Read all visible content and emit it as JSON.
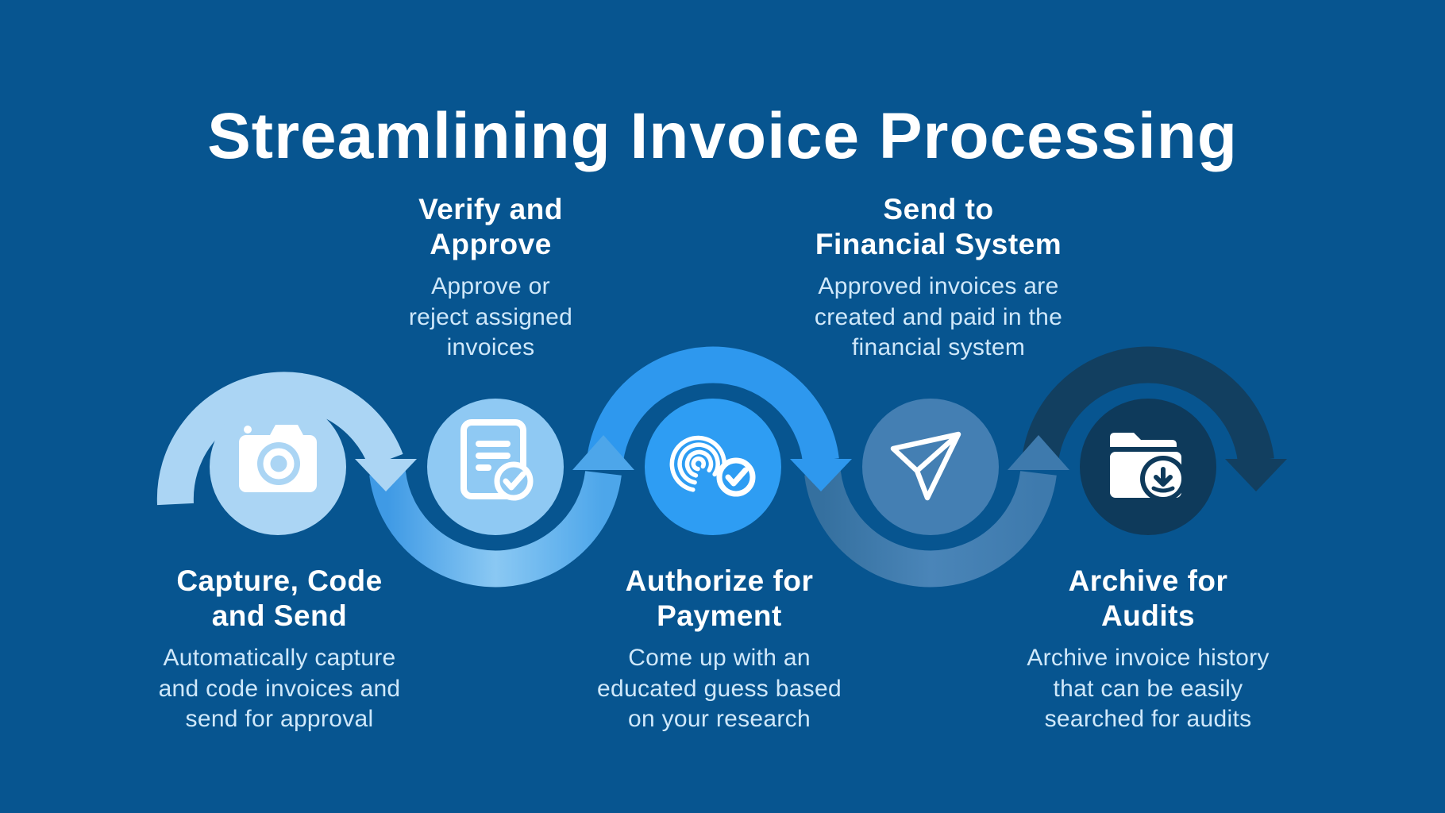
{
  "title": "Streamlining Invoice Processing",
  "colors": {
    "background": "#075590",
    "heading_text": "#ffffff",
    "body_text": "#cfe8fa",
    "step1_circle": "#abd5f4",
    "step2_circle": "#8fc9f3",
    "step3_circle": "#2e9df3",
    "step4_circle": "#447fb3",
    "step5_circle": "#0e3a5b",
    "arc1": "#abd5f4",
    "arc2_gradient": [
      "#3f9ae5",
      "#8ac8f3",
      "#4da6ea"
    ],
    "arc3": "#2e98ee",
    "arc4_gradient": [
      "#35709f",
      "#4a85b8",
      "#3e7aad"
    ],
    "arc5": "#123f60",
    "icon": "#ffffff"
  },
  "steps": [
    {
      "id": 1,
      "icon": "camera-icon",
      "title": "Capture, Code\nand Send",
      "description": "Automatically capture\nand code invoices and\nsend for approval",
      "label_position": "below",
      "connector": {
        "shape": "arc-over",
        "arrow": "down"
      }
    },
    {
      "id": 2,
      "icon": "document-check-icon",
      "title": "Verify and\nApprove",
      "description": "Approve or\nreject assigned\ninvoices",
      "label_position": "above",
      "connector": {
        "shape": "arc-under",
        "arrow": "up"
      }
    },
    {
      "id": 3,
      "icon": "fingerprint-check-icon",
      "title": "Authorize for\nPayment",
      "description": "Come up with an\neducated guess based\non your research",
      "label_position": "below",
      "connector": {
        "shape": "arc-over",
        "arrow": "down"
      }
    },
    {
      "id": 4,
      "icon": "paper-plane-icon",
      "title": "Send to\nFinancial System",
      "description": "Approved invoices are\ncreated and paid in the\nfinancial system",
      "label_position": "above",
      "connector": {
        "shape": "arc-under",
        "arrow": "up"
      }
    },
    {
      "id": 5,
      "icon": "folder-download-icon",
      "title": "Archive for\nAudits",
      "description": "Archive invoice history\nthat can be easily\nsearched for audits",
      "label_position": "below",
      "connector": {
        "shape": "arc-over",
        "arrow": "down"
      }
    }
  ]
}
